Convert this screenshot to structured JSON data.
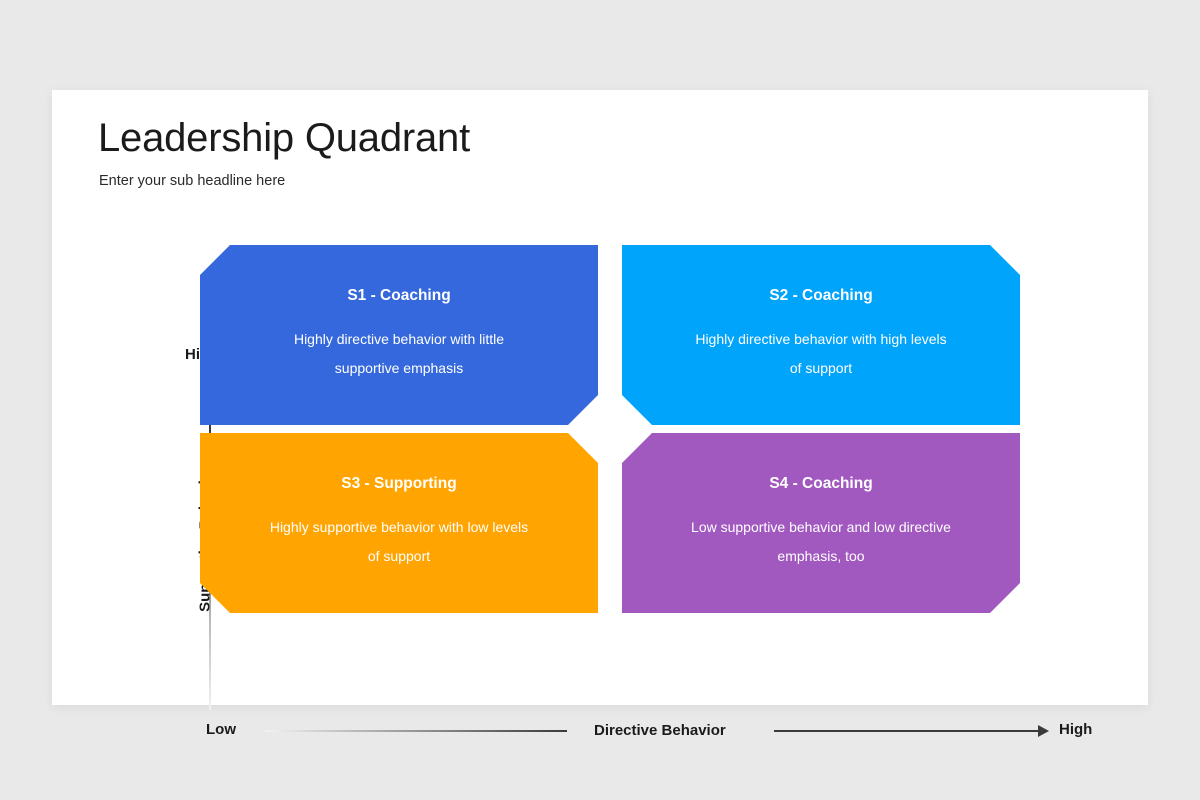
{
  "slide": {
    "title": "Leadership Quadrant",
    "subtitle": "Enter your sub headline here",
    "background_color": "#e9e9e9",
    "surface_color": "#ffffff"
  },
  "chart_data": {
    "type": "table",
    "title": "Leadership Quadrant",
    "subtitle": "Enter your sub headline here",
    "xlabel": "Directive Behavior",
    "ylabel": "Supportive Behavior",
    "x_ticks": [
      "Low",
      "High"
    ],
    "y_ticks": [
      "High"
    ],
    "grid": false,
    "legend": "none",
    "quadrants": [
      {
        "id": "S1",
        "title": "S1 - Coaching",
        "description": "Highly directive behavior with little supportive emphasis",
        "color": "#3568dc",
        "position": "top-left",
        "x_level": "Low",
        "y_level": "High",
        "corner_cuts": "top-left, bottom-right"
      },
      {
        "id": "S2",
        "title": "S2 - Coaching",
        "description": "Highly directive behavior with high levels of support",
        "color": "#00a4fb",
        "position": "top-right",
        "x_level": "High",
        "y_level": "High",
        "corner_cuts": "top-right, bottom-left"
      },
      {
        "id": "S3",
        "title": "S3 - Supporting",
        "description": "Highly supportive behavior with low levels of support",
        "color": "#ffa400",
        "position": "bottom-left",
        "x_level": "Low",
        "y_level": "Low",
        "corner_cuts": "top-right, bottom-left"
      },
      {
        "id": "S4",
        "title": "S4 - Coaching",
        "description": "Low supportive behavior and low directive emphasis, too",
        "color": "#a259bf",
        "position": "bottom-right",
        "x_level": "High",
        "y_level": "Low",
        "corner_cuts": "top-left, bottom-right"
      }
    ]
  },
  "axes": {
    "y": {
      "label": "Supportive Behavior",
      "high_label": "High",
      "arrow_icon": "arrow-up-icon"
    },
    "x": {
      "label": "Directive Behavior",
      "low_label": "Low",
      "high_label": "High",
      "arrow_icon": "arrow-right-icon"
    }
  }
}
